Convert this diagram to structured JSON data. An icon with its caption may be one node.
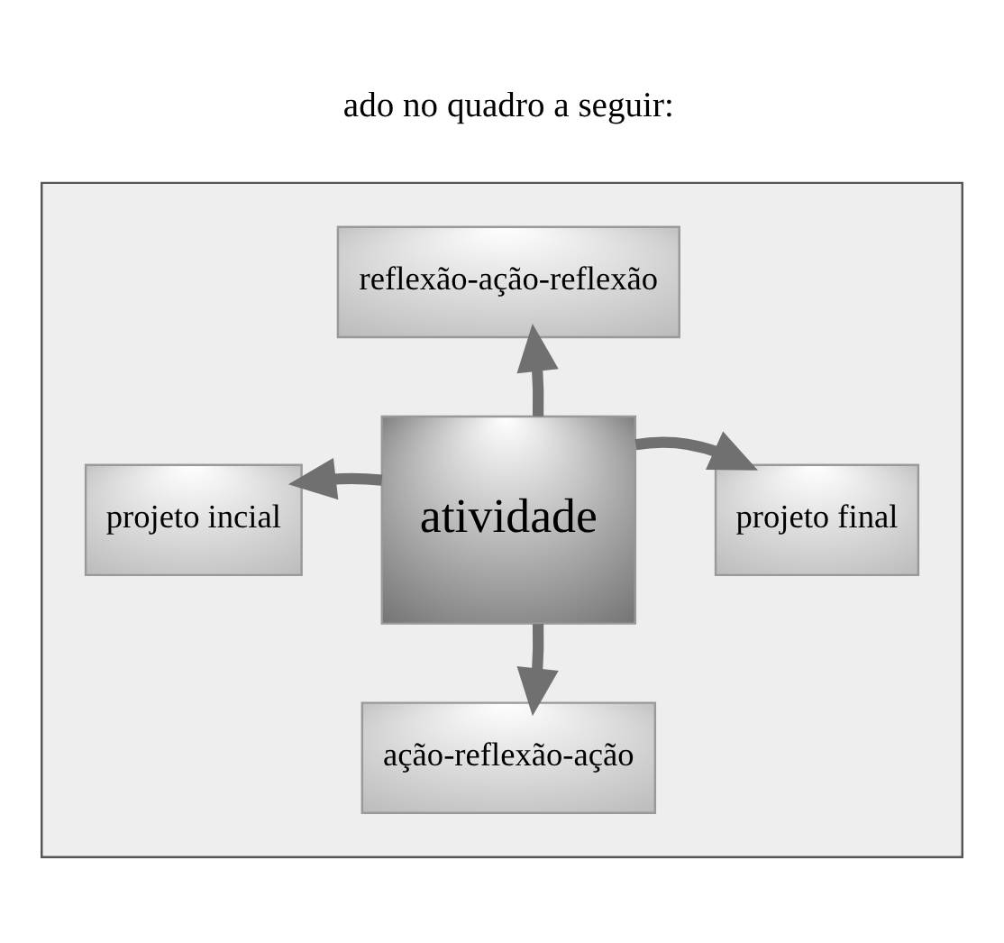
{
  "diagram": {
    "nodes": [
      {
        "text": [],
        "shape": "box"
      },
      {
        "text": [
          "reflexão-ação-reflexão"
        ],
        "in": 0
      },
      {
        "text": [
          "projeto incial"
        ],
        "in": 0
      },
      {
        "text": [
          "atividade"
        ],
        "in": 0
      },
      {
        "text": [
          "projeto final"
        ],
        "in": 0
      },
      {
        "text": [
          "ação-reflexão-ação"
        ],
        "in": 0
      }
    ],
    "edges": [
      {
        "from": 3,
        "to": 1,
        "arrow": "to"
      },
      {
        "from": 3,
        "to": 2,
        "arrow": "to"
      },
      {
        "from": 3,
        "to": 4,
        "arrow": "to"
      },
      {
        "from": 3,
        "to": 5,
        "arrow": "to"
      }
    ],
    "labels": [
      "ado no quadro a seguir:"
    ]
  }
}
